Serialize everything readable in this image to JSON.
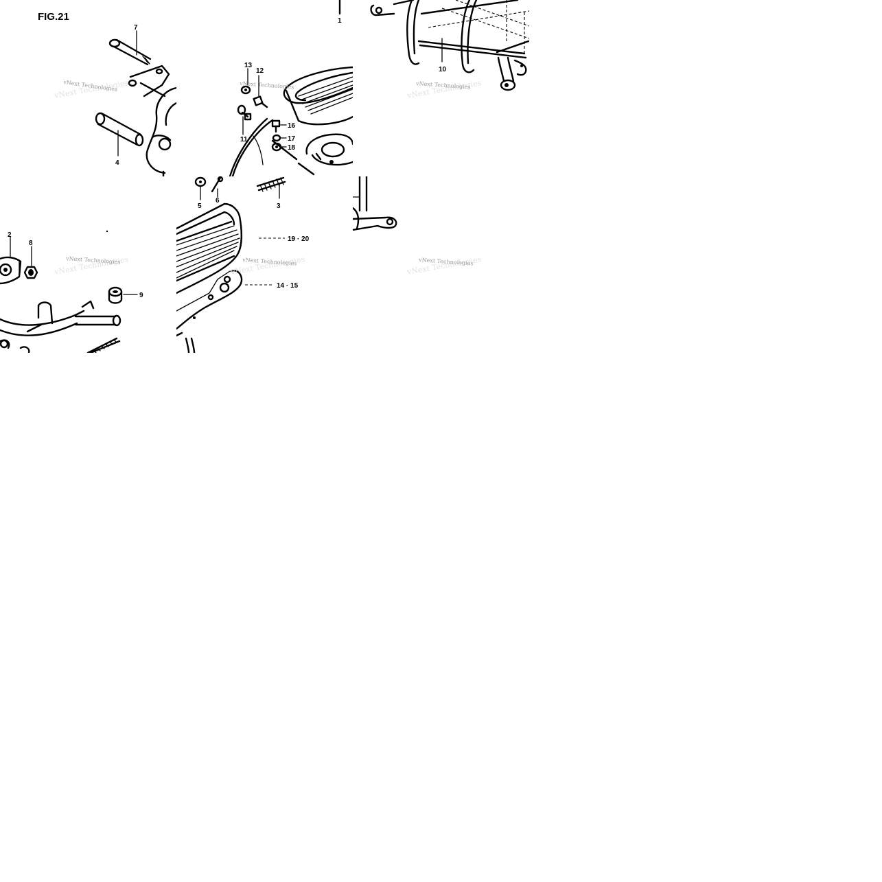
{
  "figure": {
    "title": "FIG.21"
  },
  "watermark": {
    "text": "vNext Technologies",
    "ghost_text": "vNext Technologies"
  },
  "callouts": {
    "c1": "1",
    "c2": "2",
    "c3": "3",
    "c4": "4",
    "c5": "5",
    "c6": "6",
    "c7": "7",
    "c8": "8",
    "c9": "9",
    "c10": "10",
    "c11": "11",
    "c12": "12",
    "c13": "13",
    "c14_15": "14 · 15",
    "c16": "16",
    "c17": "17",
    "c18": "18",
    "c19_20": "19 · 20"
  },
  "colors": {
    "ink": "#000000",
    "watermark": "#9a9a9a",
    "background": "#ffffff"
  }
}
